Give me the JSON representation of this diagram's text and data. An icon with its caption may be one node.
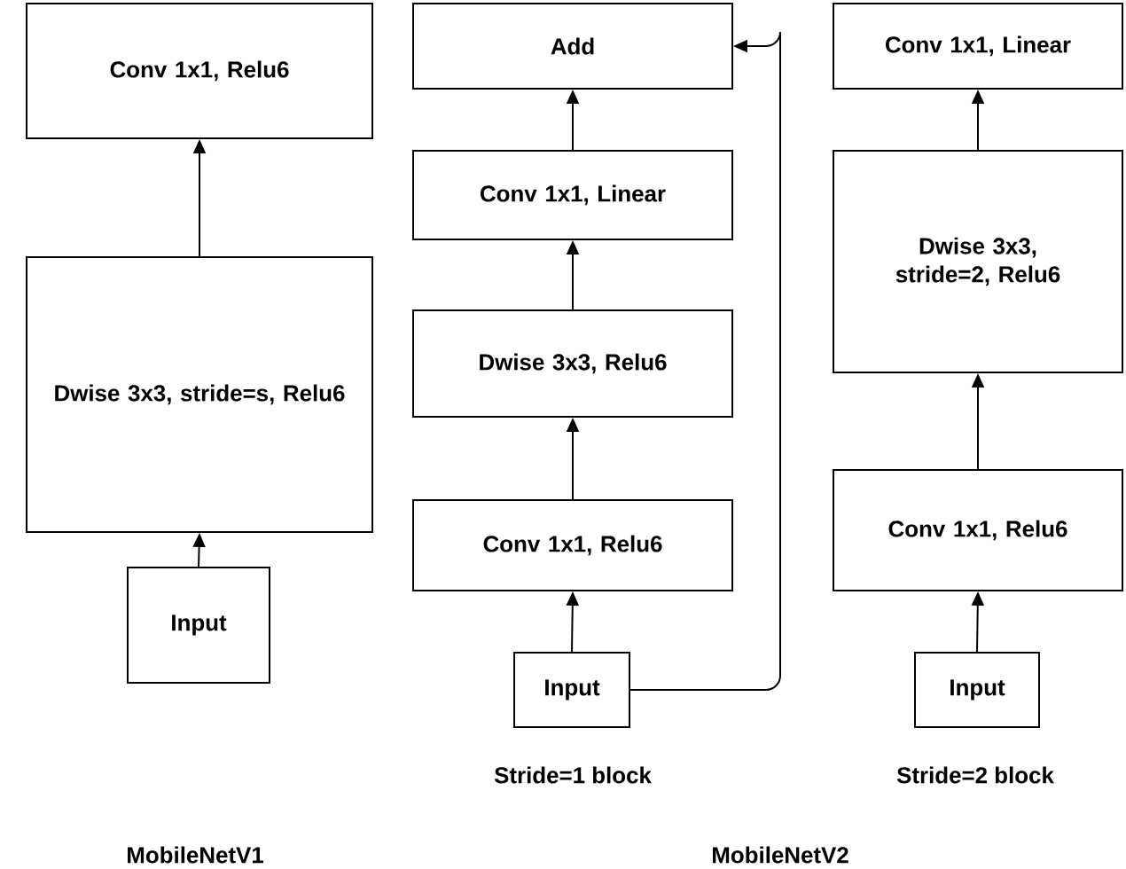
{
  "diagram": {
    "nodes": [
      {
        "text": [
          "Conv 1x1, Relu6"
        ]
      },
      {
        "text": [
          "Dwise 3x3, stride=s, Relu6"
        ]
      },
      {
        "text": [
          "Input"
        ]
      },
      {
        "text": [
          "Add"
        ]
      },
      {
        "text": [
          "Conv 1x1, Linear"
        ]
      },
      {
        "text": [
          "Dwise 3x3, Relu6"
        ]
      },
      {
        "text": [
          "Conv 1x1, Relu6"
        ]
      },
      {
        "text": [
          "Input"
        ]
      },
      {
        "text": [
          "Conv 1x1, Linear"
        ]
      },
      {
        "text": [
          "Dwise 3x3, stride=2, Relu6"
        ]
      },
      {
        "text": [
          "Conv 1x1, Relu6"
        ]
      },
      {
        "text": [
          "Input"
        ]
      }
    ],
    "edges": [
      {
        "from": 2,
        "to": 1,
        "arrow": "to"
      },
      {
        "from": 1,
        "to": 0,
        "arrow": "to"
      },
      {
        "from": 7,
        "to": 6,
        "arrow": "to"
      },
      {
        "from": 6,
        "to": 5,
        "arrow": "to"
      },
      {
        "from": 5,
        "to": 4,
        "arrow": "to"
      },
      {
        "from": 4,
        "to": 3,
        "arrow": "to"
      },
      {
        "from": 7,
        "to": 3,
        "arrow": "to"
      },
      {
        "from": 11,
        "to": 10,
        "arrow": "to"
      },
      {
        "from": 10,
        "to": 9,
        "arrow": "to"
      },
      {
        "from": 9,
        "to": 8,
        "arrow": "to"
      }
    ],
    "labels": [
      "Stride=1 block",
      "Stride=2 block",
      "MobileNetV1",
      "MobileNetV2"
    ]
  }
}
